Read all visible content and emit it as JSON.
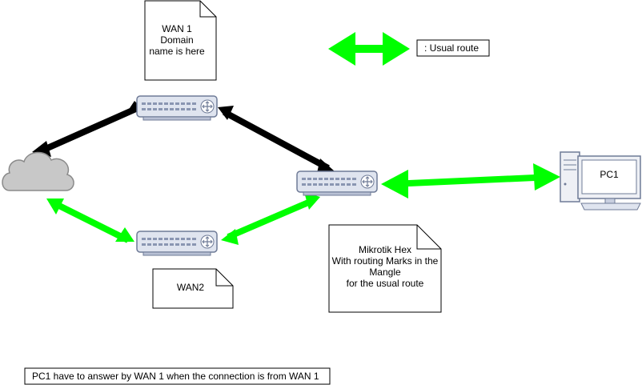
{
  "legend": {
    "label": ": Usual route",
    "color": "#00ff00"
  },
  "notes": {
    "wan1": [
      "WAN 1",
      "Domain",
      "name is here"
    ],
    "wan2": "WAN2",
    "hex": [
      "Mikrotik Hex",
      "With routing Marks in the",
      "Mangle",
      "for the usual route"
    ]
  },
  "pc": {
    "label": "PC1"
  },
  "footer": "PC1 have to answer by WAN 1 when the connection is from WAN 1",
  "icons": {
    "cloud": "cloud-icon",
    "router": "router-icon",
    "pc": "desktop-computer-icon"
  },
  "colors": {
    "usual_route": "#00ff00",
    "other_route": "#000000",
    "router_body": "#dfe4ef",
    "router_edge": "#6f7b97",
    "cloud_fill": "#c8c8c8"
  }
}
